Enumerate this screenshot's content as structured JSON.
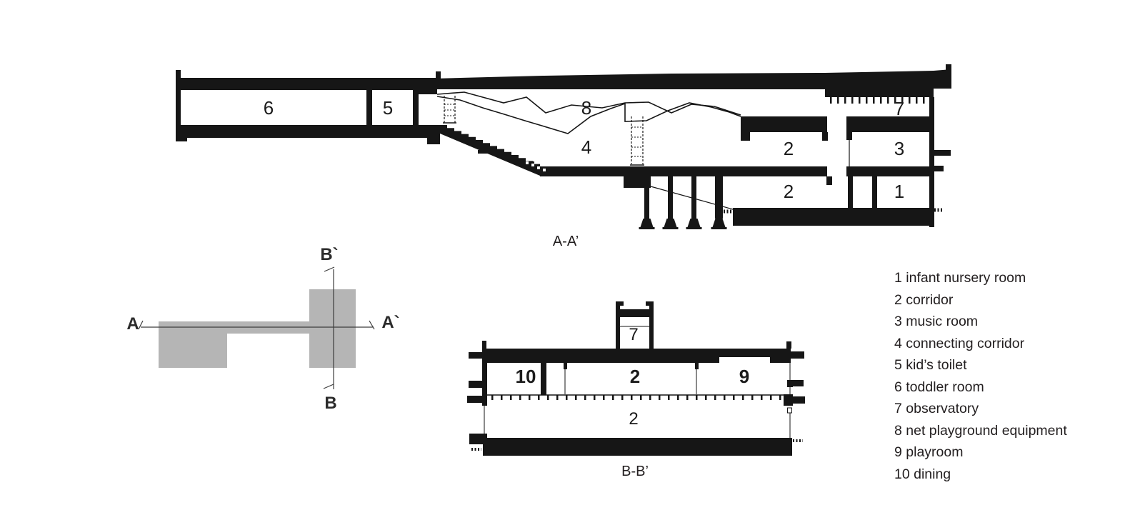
{
  "section_aa": {
    "title": "A-A’",
    "room_labels": {
      "r6": "6",
      "r5": "5",
      "r8": "8",
      "r4": "4",
      "r2_upper": "2",
      "r3": "3",
      "r2_lower": "2",
      "r1": "1",
      "r7": "7"
    }
  },
  "section_bb": {
    "title": "B-B’",
    "room_labels": {
      "r7": "7",
      "r10": "10",
      "r2_upper": "2",
      "r9": "9",
      "r2_lower": "2"
    }
  },
  "key_plan": {
    "label_a": "A",
    "label_a_prime": "A`",
    "label_b_prime": "B`",
    "label_b": "B"
  },
  "legend": {
    "items": [
      "1 infant nursery room",
      "2 corridor",
      "3 music room",
      "4 connecting corridor",
      "5 kid’s toilet",
      "6 toddler room",
      "7 observatory",
      "8 net playground equipment",
      "9 playroom",
      "10 dining"
    ]
  },
  "colors": {
    "ink": "#161616",
    "key_plan_gray": "#b5b5b5",
    "text": "#221e1f",
    "background": "#ffffff"
  }
}
